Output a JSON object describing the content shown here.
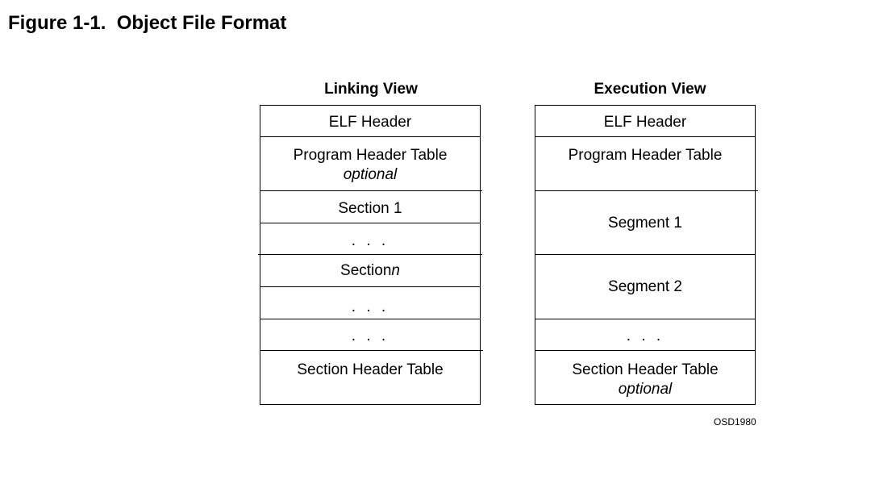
{
  "figure": {
    "title": "Figure 1-1.  Object File Format",
    "code": "OSD1980"
  },
  "linking_view": {
    "title": "Linking View",
    "rows": [
      {
        "label": "ELF Header"
      },
      {
        "label": "Program Header Table",
        "note": "optional"
      },
      {
        "label": "Section 1"
      },
      {
        "label": ". . ."
      },
      {
        "label_prefix": "Section",
        "label_italic": "n"
      },
      {
        "label": ". . ."
      },
      {
        "label": ". . ."
      },
      {
        "label": "Section Header Table"
      }
    ]
  },
  "execution_view": {
    "title": "Execution View",
    "rows": [
      {
        "label": "ELF Header"
      },
      {
        "label": "Program Header Table"
      },
      {
        "label": "Segment 1"
      },
      {
        "label": "Segment 2"
      },
      {
        "label": ". . ."
      },
      {
        "label": "Section Header Table",
        "note": "optional"
      }
    ]
  }
}
